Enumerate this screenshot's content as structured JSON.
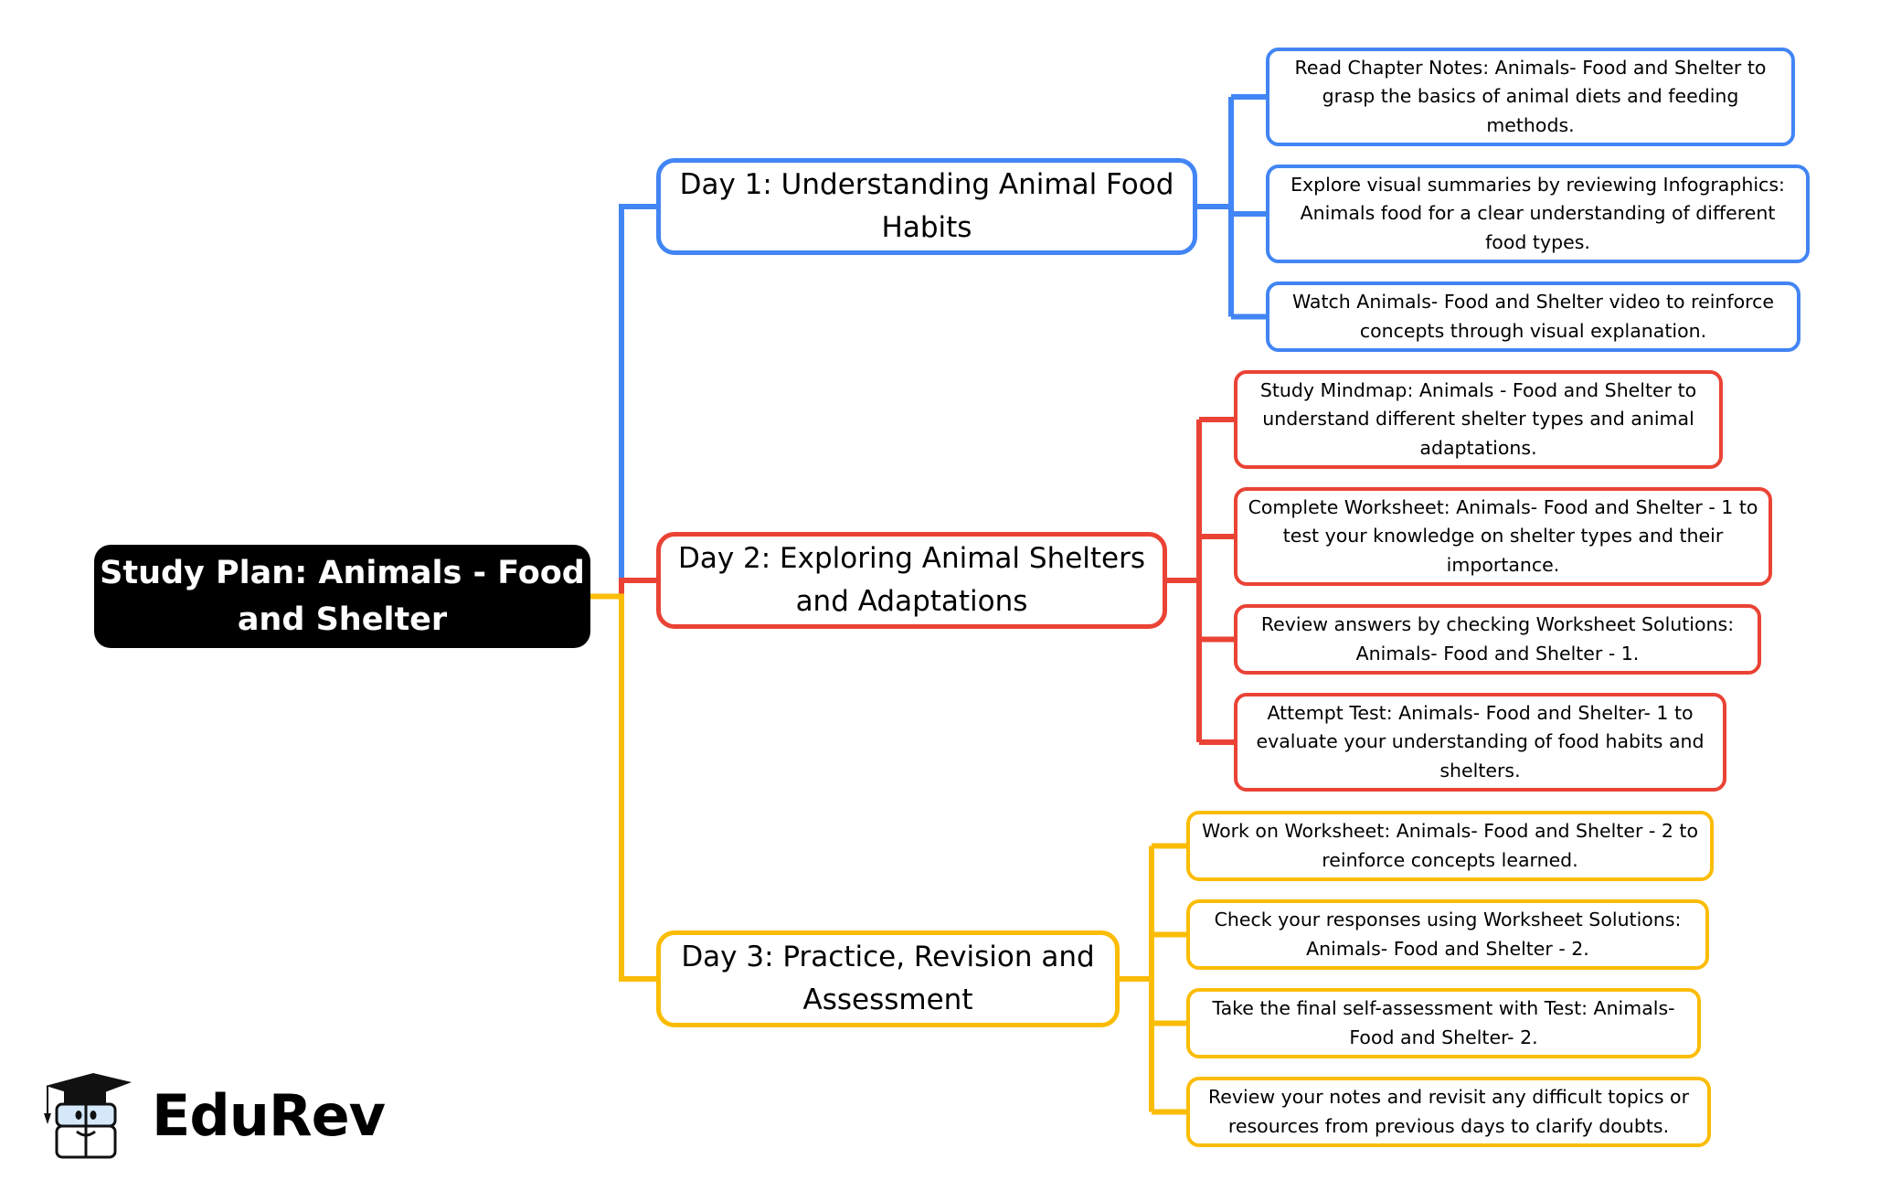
{
  "root": {
    "title": "Study Plan: Animals - Food and Shelter"
  },
  "colors": {
    "day1": "#4285f4",
    "day2": "#ea4335",
    "day3": "#fbbc05",
    "root_bg": "#000000"
  },
  "branches": [
    {
      "label": "Day 1: Understanding Animal Food Habits",
      "color": "#4285f4",
      "tasks": [
        "Read Chapter Notes: Animals- Food and Shelter to grasp the basics of animal diets and feeding methods.",
        "Explore visual summaries by reviewing Infographics: Animals food for a clear understanding of different food types.",
        "Watch Animals- Food and Shelter video to reinforce concepts through visual explanation."
      ]
    },
    {
      "label": "Day 2: Exploring Animal Shelters and Adaptations",
      "color": "#ea4335",
      "tasks": [
        "Study Mindmap: Animals - Food and Shelter to understand different shelter types and animal adaptations.",
        "Complete Worksheet: Animals- Food and Shelter - 1 to test your knowledge on shelter types and their importance.",
        "Review answers by checking Worksheet Solutions: Animals- Food and Shelter - 1.",
        "Attempt Test: Animals- Food and Shelter- 1 to evaluate your understanding of food habits and shelters."
      ]
    },
    {
      "label": "Day 3: Practice, Revision and Assessment",
      "color": "#fbbc05",
      "tasks": [
        "Work on Worksheet: Animals- Food and Shelter - 2 to reinforce concepts learned.",
        "Check your responses using Worksheet Solutions: Animals- Food and Shelter - 2.",
        "Take the final self-assessment with Test: Animals- Food and Shelter- 2.",
        "Review your notes and revisit any difficult topics or resources from previous days to clarify doubts."
      ]
    }
  ],
  "logo": {
    "text": "EduRev",
    "icon": "graduation-cap-book-mascot-icon"
  }
}
